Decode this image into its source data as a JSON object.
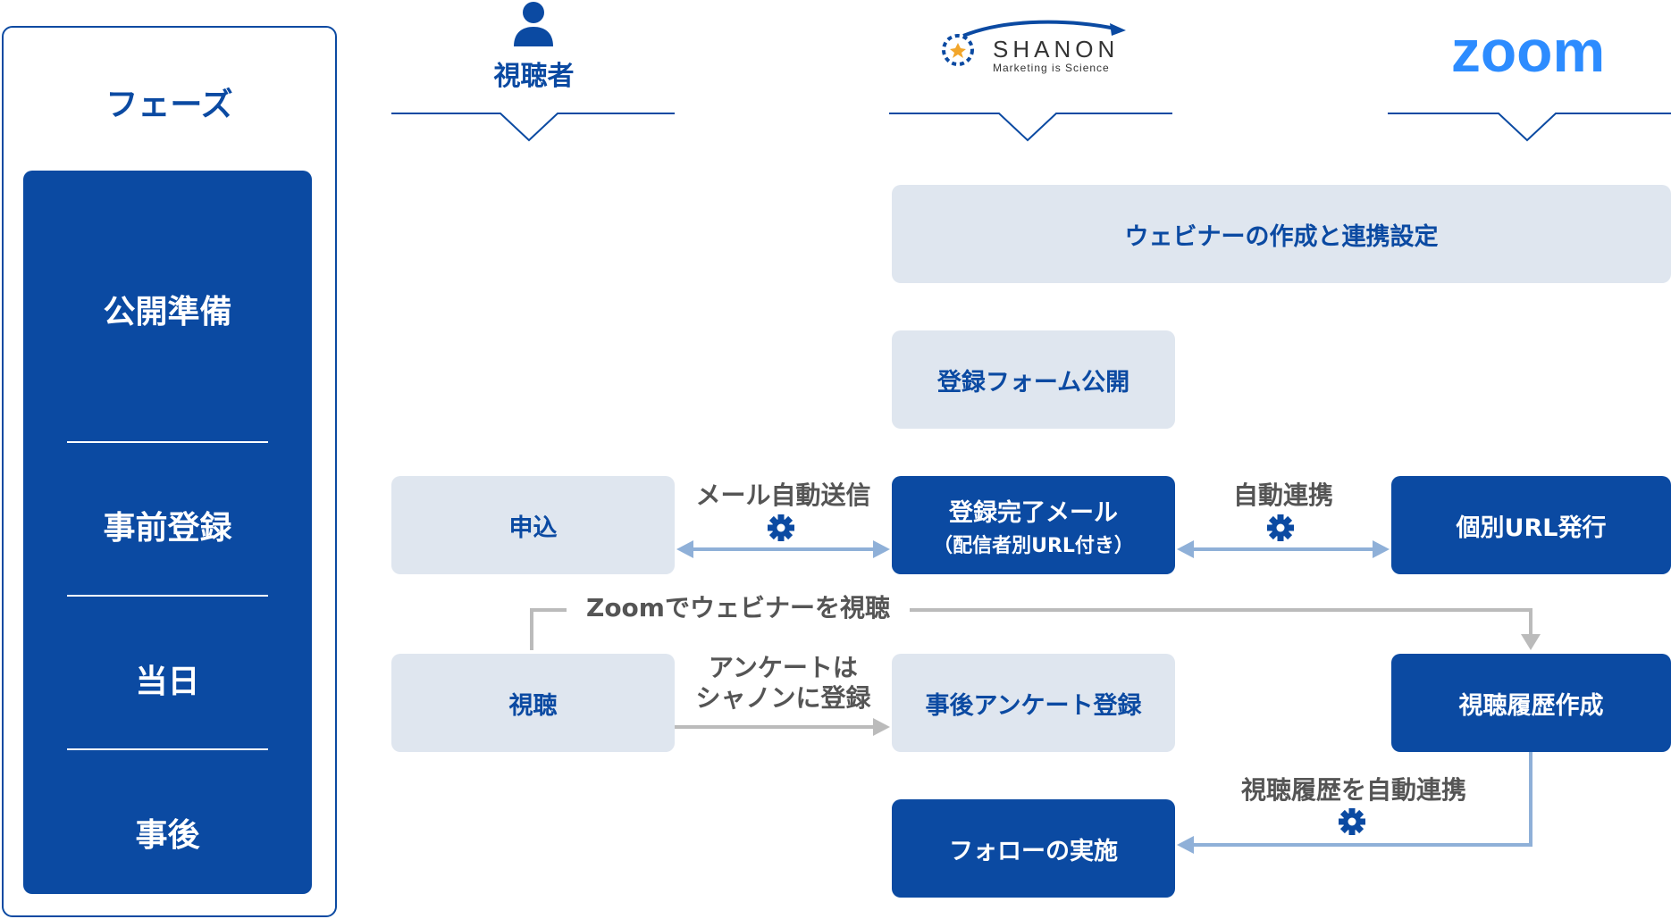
{
  "phase_panel": {
    "title": "フェーズ",
    "phases": [
      "公開準備",
      "事前登録",
      "当日",
      "事後"
    ]
  },
  "columns": {
    "viewer": {
      "label": "視聴者",
      "icon": "person-icon"
    },
    "shanon": {
      "logo_text": "SHANON",
      "logo_tagline": "Marketing is Science"
    },
    "zoom": {
      "logo_text": "zoom"
    }
  },
  "nodes": {
    "webinar_setup": "ウェビナーの作成と連携設定",
    "form_publish": "登録フォーム公開",
    "apply": "申込",
    "reg_complete_mail": "登録完了メール",
    "reg_complete_mail_sub": "（配信者別URL付き）",
    "individual_url": "個別URL発行",
    "view": "視聴",
    "post_survey": "事後アンケート登録",
    "view_history": "視聴履歴作成",
    "follow_up": "フォローの実施"
  },
  "edges": {
    "mail_auto_send": "メール自動送信",
    "auto_link": "自動連携",
    "zoom_view": "Zoomでウェビナーを視聴",
    "survey_line1": "アンケートは",
    "survey_line2": "シャノンに登録",
    "history_auto_link": "視聴履歴を自動連携"
  },
  "colors": {
    "brand_blue": "#0b4aa2",
    "light_box": "#dfe6ef",
    "arrow_blue": "#8fb0d8",
    "arrow_gray": "#bbbbbb",
    "zoom_blue": "#2d8cff",
    "shanon_orange": "#f2a62b"
  }
}
